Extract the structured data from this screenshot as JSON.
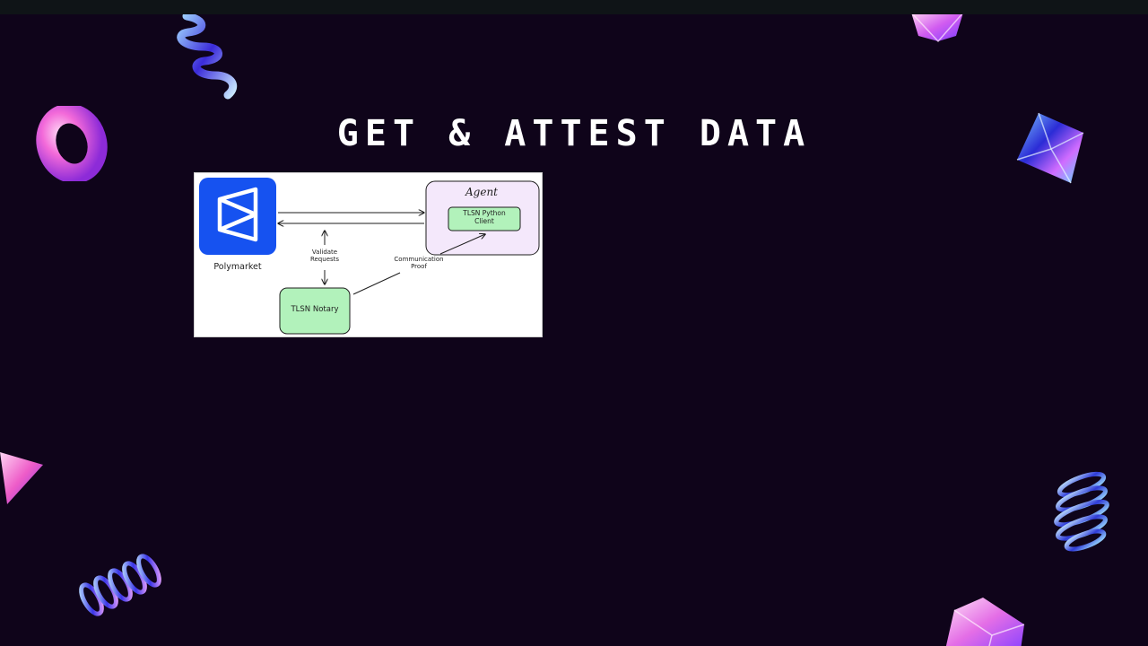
{
  "slide": {
    "title": "GET & ATTEST DATA",
    "background_color": "#0f041a",
    "topbar_color": "#0f1417"
  },
  "diagram": {
    "polymarket_label": "Polymarket",
    "agent_label": "Agent",
    "client_label": "TLSN Python Client",
    "notary_label": "TLSN Notary",
    "validate_label": "Validate Requests",
    "proof_label": "Communication Proof",
    "colors": {
      "polymarket_blue": "#1652f0",
      "agent_fill": "#f4e8fb",
      "green_fill": "#b2f2bb"
    }
  },
  "decorations": [
    "spiral-icon",
    "torus-icon",
    "gem-icon",
    "octahedron-icon",
    "cone-icon",
    "spring-icon",
    "spring-icon",
    "cube-icon"
  ]
}
